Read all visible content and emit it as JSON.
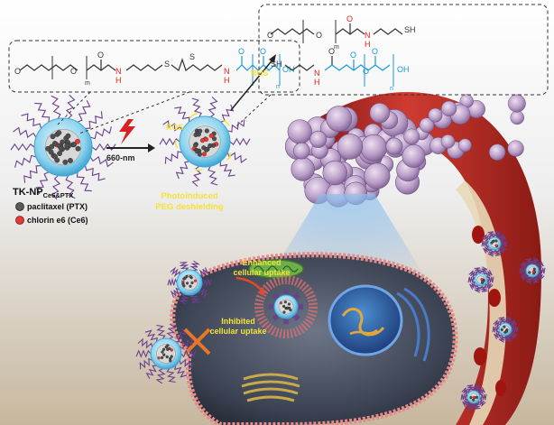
{
  "nanoparticle": {
    "name_main": "TK-NP",
    "name_sub": "Ce6&PTX"
  },
  "legend": {
    "ptx": "paclitaxel (PTX)",
    "ce6": "chlorin e6 (Ce6)"
  },
  "irradiation": {
    "wavelength": "660-nm"
  },
  "ros": {
    "label1": "ROS",
    "label2": "ROS"
  },
  "deshielding": {
    "line1": "Photoinduced",
    "line2": "PEG deshielding"
  },
  "uptake": {
    "enhanced_line1": "Enhanced",
    "enhanced_line2": "cellular uptake",
    "inhibited_line1": "Inhibited",
    "inhibited_line2": "cellular uptake"
  },
  "structure_top": {
    "o1": "O",
    "o2": "O",
    "o3": "O",
    "o4": "O",
    "o5": "O",
    "m": "m",
    "n": "n",
    "s1": "S",
    "s2": "S",
    "nh1": "N",
    "h1": "H",
    "nh2": "N",
    "h2": "H",
    "oh": "OH"
  },
  "structure_right_top": {
    "o1": "O",
    "o2": "O",
    "o3": "O",
    "m": "m",
    "n": "N",
    "h": "H",
    "sh": "SH"
  },
  "structure_right_bottom": {
    "sh": "SH",
    "n": "N",
    "h": "H",
    "o1": "O",
    "o2": "O",
    "o3": "O",
    "o4": "O",
    "nsub": "n",
    "oh": "OH"
  },
  "colors": {
    "accent_yellow": "#f2e23a",
    "ros_yellow": "#f7e23a",
    "nh_red": "#e02020",
    "plla_blue": "#1a9ad6",
    "np_blue": "#7fc8e8",
    "vessel_red": "#b5231f",
    "membrane_pink": "#e58a8a",
    "cell_dark": "#40495a",
    "peg_purple": "#6a3f8c"
  }
}
